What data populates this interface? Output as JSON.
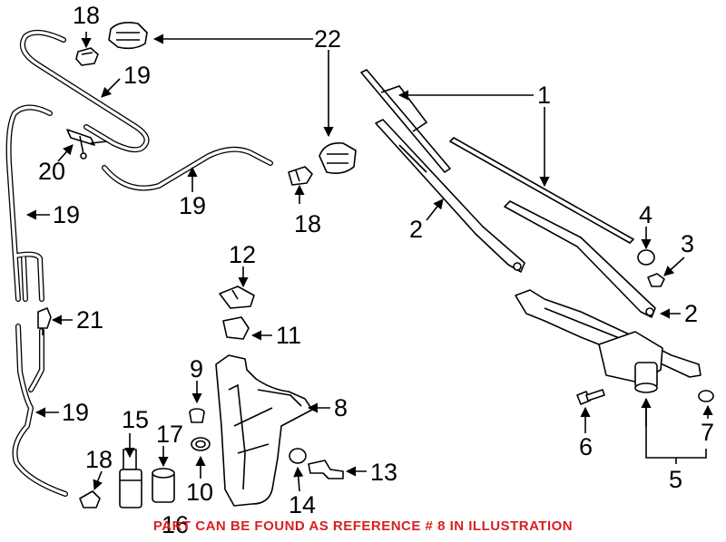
{
  "callouts": {
    "c1": "1",
    "c2a": "2",
    "c2b": "2",
    "c3": "3",
    "c4": "4",
    "c5": "5",
    "c6": "6",
    "c7": "7",
    "c8": "8",
    "c9": "9",
    "c10": "10",
    "c11": "11",
    "c12": "12",
    "c13": "13",
    "c14": "14",
    "c15": "15",
    "c16": "16",
    "c17": "17",
    "c18a": "18",
    "c18b": "18",
    "c18c": "18",
    "c19a": "19",
    "c19b": "19",
    "c19c": "19",
    "c19d": "19",
    "c20": "20",
    "c21": "21",
    "c22": "22"
  },
  "note": "PART CAN BE FOUND AS REFERENCE # 8 IN ILLUSTRATION",
  "colors": {
    "note": "#d82020",
    "line": "#000000"
  }
}
